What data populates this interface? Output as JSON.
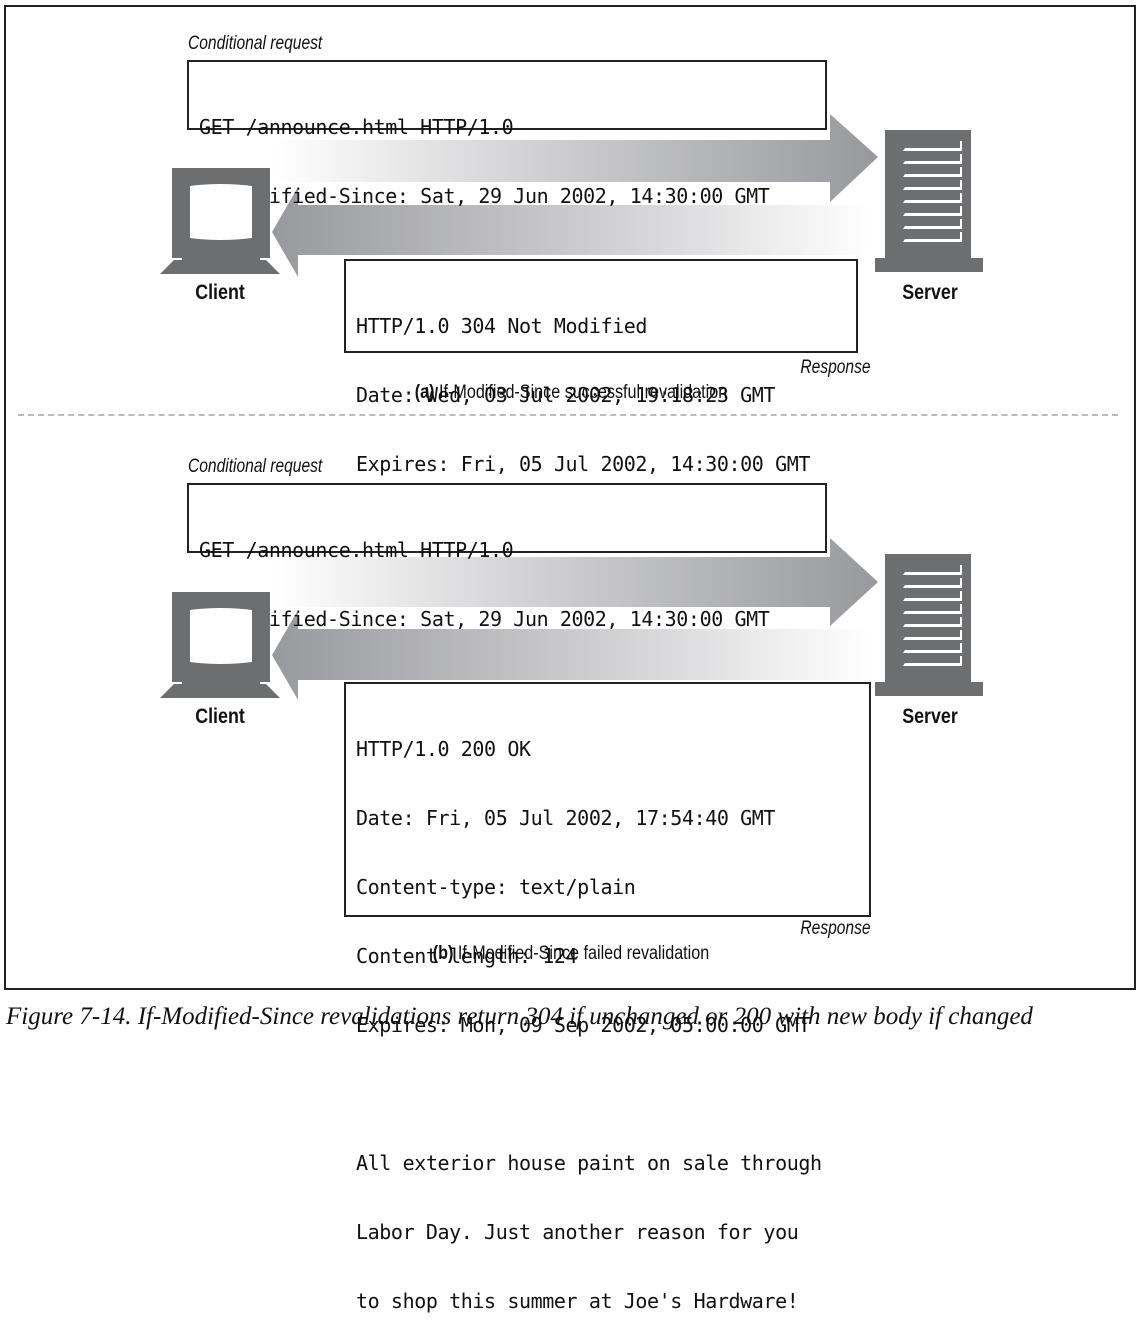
{
  "panels": [
    {
      "id": "a",
      "request_label": "Conditional request",
      "request_lines": [
        "GET /announce.html HTTP/1.0",
        "If-Modified-Since: Sat, 29 Jun 2002, 14:30:00 GMT"
      ],
      "response_label": "Response",
      "response_lines": [
        "HTTP/1.0 304 Not Modified",
        "Date: Wed, 03 Jul 2002, 19:18:23 GMT",
        "Expires: Fri, 05 Jul 2002, 14:30:00 GMT"
      ],
      "client_label": "Client",
      "server_label": "Server",
      "caption_letter": "(a)",
      "caption_text": "If-Modified-Since successful revalidation"
    },
    {
      "id": "b",
      "request_label": "Conditional request",
      "request_lines": [
        "GET /announce.html HTTP/1.0",
        "If-Modified-Since: Sat, 29 Jun 2002, 14:30:00 GMT"
      ],
      "response_label": "Response",
      "response_lines": [
        "HTTP/1.0 200 OK",
        "Date: Fri, 05 Jul 2002, 17:54:40 GMT",
        "Content-type: text/plain",
        "Content-length: 124",
        "Expires: Mon, 09 Sep 2002, 05:00:00 GMT",
        "",
        "All exterior house paint on sale through",
        "Labor Day. Just another reason for you",
        "to shop this summer at Joe's Hardware!"
      ],
      "client_label": "Client",
      "server_label": "Server",
      "caption_letter": "(b)",
      "caption_text": "If-Modified-Since failed revalidation"
    }
  ],
  "figure_caption": "Figure 7-14. If-Modified-Since revalidations return 304 if unchanged or 200 with new body if changed",
  "colors": {
    "icon_gray": "#6d6e70",
    "arrow_dark": "#9a9b9e",
    "arrow_light": "#ffffff",
    "border": "#222222"
  }
}
